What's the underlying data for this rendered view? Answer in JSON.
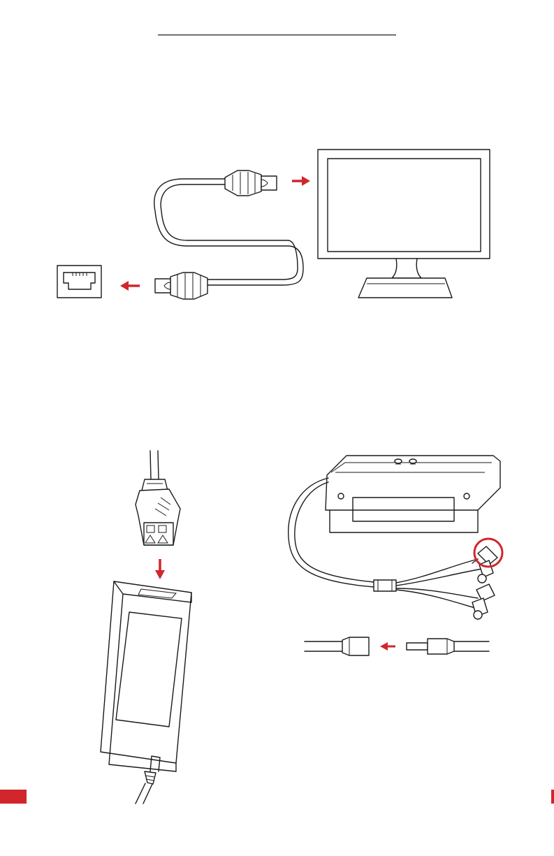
{
  "colors": {
    "ink": "#1a1a1a",
    "accent_red": "#d0262c",
    "page": "#ffffff"
  },
  "figures": [
    {
      "id": "network-connection",
      "items": [
        "ethernet-wall-jack-icon",
        "ethernet-cable-icon",
        "monitor-icon"
      ]
    },
    {
      "id": "power-connection",
      "items": [
        "power-cord-plug-icon",
        "power-adapter-icon",
        "terminal-base-icon",
        "cable-harness-icon",
        "dc-barrel-connector-icon"
      ]
    }
  ],
  "page_marks": [
    "header-rule",
    "page-tab-left",
    "page-tab-right"
  ]
}
